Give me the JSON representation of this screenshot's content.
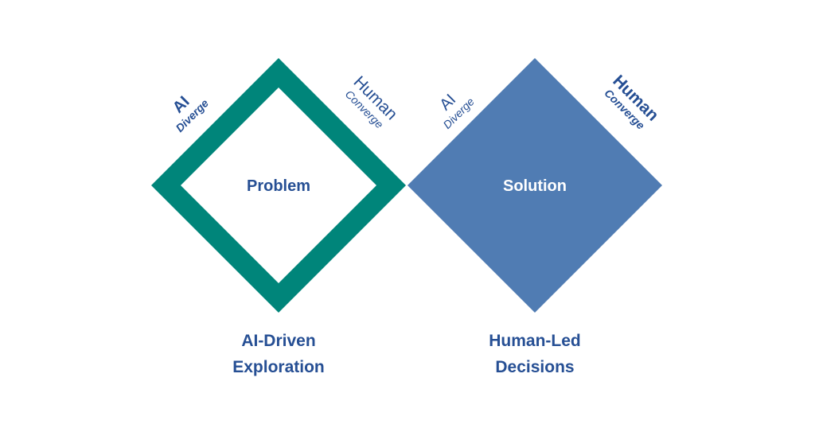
{
  "colors": {
    "teal": "#00857a",
    "steel_blue": "#507cb3",
    "text_blue": "#264f94",
    "white": "#ffffff"
  },
  "left_diamond": {
    "center_label": "Problem",
    "ai_label": "AI",
    "ai_sub": "Diverge",
    "human_label": "Human",
    "human_sub": "Converge",
    "caption_line1": "AI-Driven",
    "caption_line2": "Exploration"
  },
  "right_diamond": {
    "center_label": "Solution",
    "ai_label": "AI",
    "ai_sub": "Diverge",
    "human_label": "Human",
    "human_sub": "Converge",
    "caption_line1": "Human-Led",
    "caption_line2": "Decisions"
  }
}
